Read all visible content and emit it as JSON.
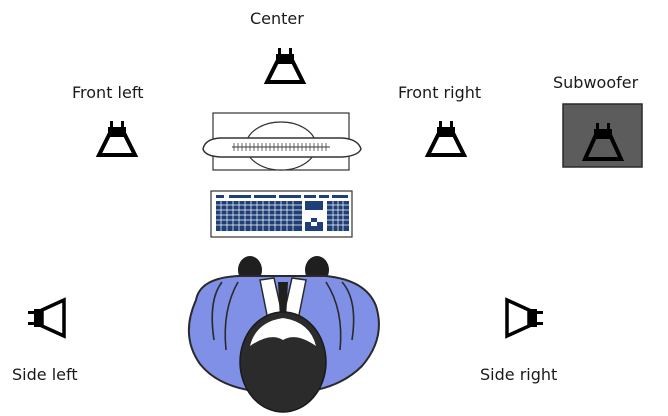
{
  "labels": {
    "center": "Center",
    "front_left": "Front left",
    "front_right": "Front right",
    "subwoofer": "Subwoofer",
    "side_left": "Side left",
    "side_right": "Side right"
  },
  "colors": {
    "outline": "#000000",
    "subwoofer_fill": "#5c5c5c",
    "shirt": "#7f90e6",
    "keys": "#1f3f78",
    "hair": "#1f1f1f"
  },
  "icons": {
    "speaker": "speaker-icon",
    "monitor": "monitor-icon",
    "keyboard": "keyboard-icon",
    "listener": "person-top-view-icon"
  }
}
